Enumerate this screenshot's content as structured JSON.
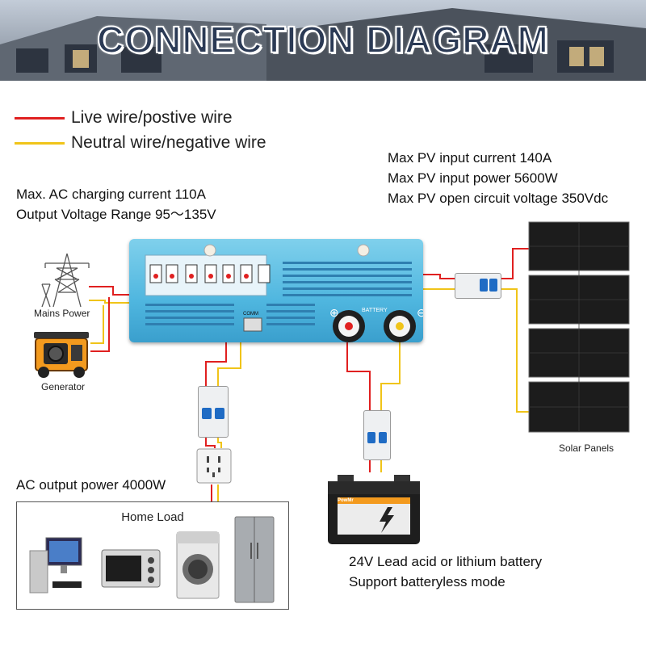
{
  "title": "CONNECTION DIAGRAM",
  "legend": {
    "live": {
      "label": "Live wire/postive wire",
      "color": "#e02020"
    },
    "neutral": {
      "label": "Neutral wire/negative wire",
      "color": "#f0c419"
    }
  },
  "ac_specs": [
    "Max. AC charging current 110A",
    "Output Voltage Range 95～135V"
  ],
  "pv_specs": [
    "Max PV input current 140A",
    "Max PV input power 5600W",
    "Max PV open circuit voltage 350Vdc"
  ],
  "labels": {
    "mains": "Mains Power",
    "generator": "Generator",
    "solar": "Solar Panels",
    "ac_output": "AC output power 4000W",
    "home_load": "Home Load",
    "comm": "COMM",
    "battery_port": "BATTERY",
    "battery_brand": "PowMr"
  },
  "battery_specs": [
    "24V Lead acid or lithium battery",
    "Support batteryless mode"
  ],
  "icons": {
    "mains": "power-tower-icon",
    "generator": "generator-icon",
    "solar": "solar-panel-icon",
    "socket": "wall-socket-icon",
    "battery": "battery-icon",
    "home": [
      "computer-icon",
      "oven-icon",
      "washing-machine-icon",
      "refrigerator-icon"
    ]
  }
}
